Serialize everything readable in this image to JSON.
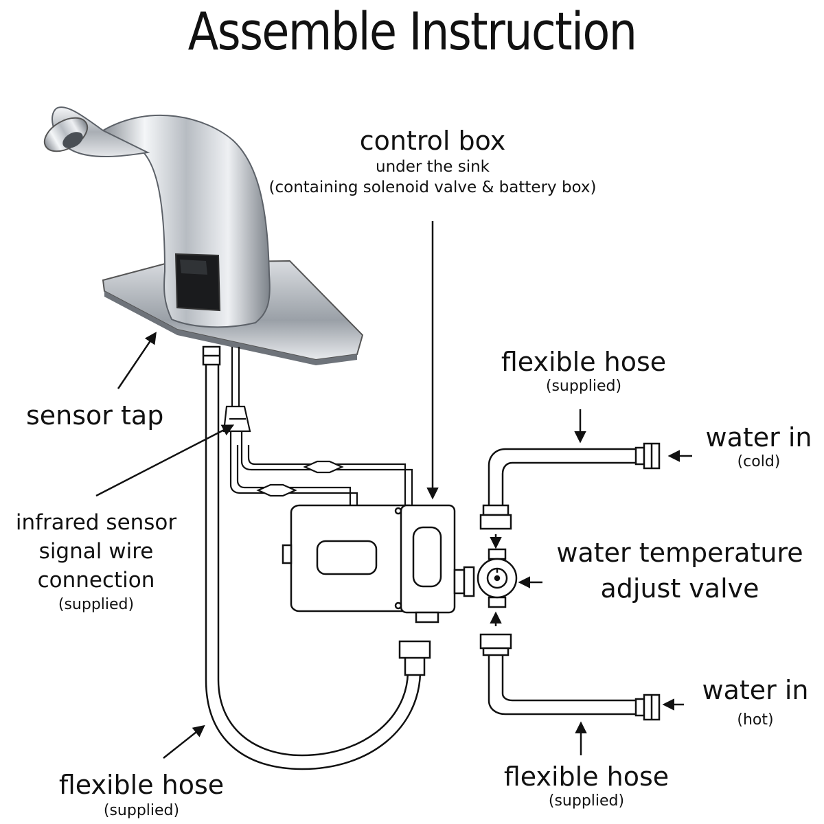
{
  "title": "Assemble Instruction",
  "labels": {
    "control_box": {
      "title": "control box",
      "line1": "under the sink",
      "line2": "(containing solenoid valve & battery box)"
    },
    "sensor_tap": "sensor tap",
    "flexible_hose_top": {
      "title": "flexible hose",
      "note": "(supplied)"
    },
    "water_in_cold": {
      "title": "water in",
      "note": "(cold)"
    },
    "water_temperature_valve": {
      "line1": "water temperature",
      "line2": "adjust valve"
    },
    "infrared_sensor": {
      "line1": "infrared sensor",
      "line2": "signal wire",
      "line3": "connection",
      "note": "(supplied)"
    },
    "water_in_hot": {
      "title": "water in",
      "note": "(hot)"
    },
    "flexible_hose_bottom_left": {
      "title": "flexible hose",
      "note": "(supplied)"
    },
    "flexible_hose_bottom_right": {
      "title": "flexible hose",
      "note": "(supplied)"
    }
  }
}
